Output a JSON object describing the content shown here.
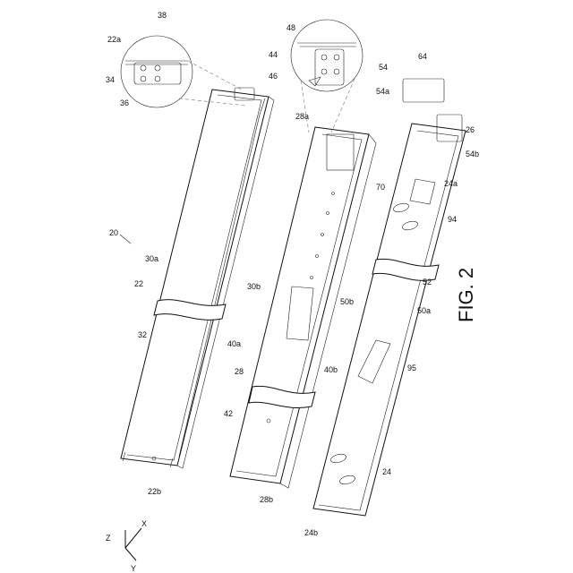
{
  "figure": {
    "caption": "FIG. 2"
  },
  "axes": {
    "x": "X",
    "y": "Y",
    "z": "Z"
  },
  "labels": {
    "l20": "20",
    "l22": "22",
    "l22a": "22a",
    "l22b": "22b",
    "l24": "24",
    "l24a": "24a",
    "l24b": "24b",
    "l26": "26",
    "l28": "28",
    "l28a": "28a",
    "l28b": "28b",
    "l30a": "30a",
    "l30b": "30b",
    "l32": "32",
    "l34": "34",
    "l36": "36",
    "l38": "38",
    "l40a": "40a",
    "l40b": "40b",
    "l42": "42",
    "l44": "44",
    "l46": "46",
    "l48": "48",
    "l50a": "50a",
    "l50b": "50b",
    "l52": "52",
    "l54": "54",
    "l54a": "54a",
    "l54b": "54b",
    "l64": "64",
    "l70": "70",
    "l94": "94",
    "l95": "95"
  }
}
